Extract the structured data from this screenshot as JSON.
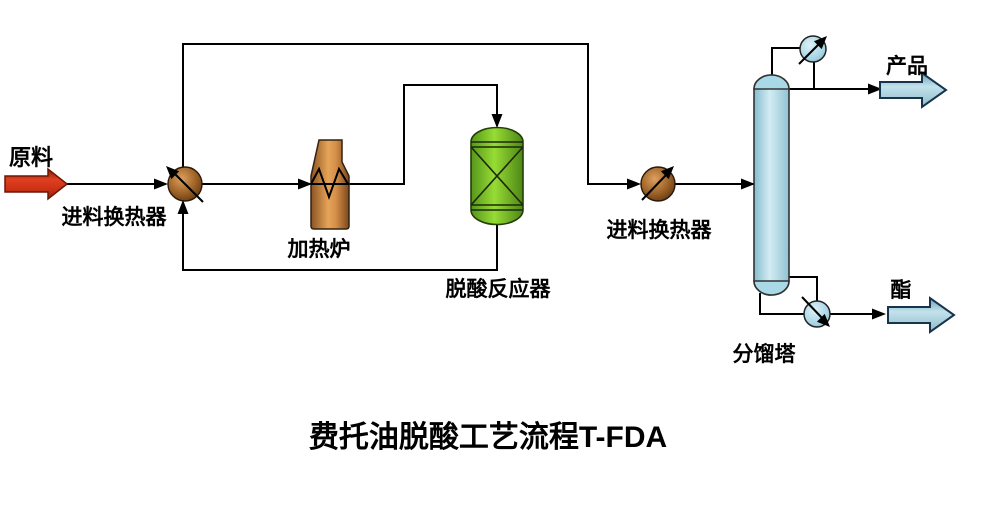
{
  "diagram": {
    "title": "费托油脱酸工艺流程T-FDA",
    "streams": {
      "feed": {
        "label": "原料",
        "arrow_color": "#D8401E"
      },
      "product": {
        "label": "产品",
        "arrow_color": "#A6CEDC"
      },
      "ester": {
        "label": "酯",
        "arrow_color": "#A6CEDC"
      }
    },
    "equipment": {
      "feed_exchanger_1": {
        "label": "进料换热器",
        "type": "heat-exchanger",
        "color": "#A8692F"
      },
      "furnace": {
        "label": "加热炉",
        "type": "furnace",
        "color": "#C98B44"
      },
      "reactor": {
        "label": "脱酸反应器",
        "type": "reactor",
        "color": "#7CC22B"
      },
      "feed_exchanger_2": {
        "label": "进料换热器",
        "type": "heat-exchanger",
        "color": "#A8692F"
      },
      "column": {
        "label": "分馏塔",
        "type": "fractionation-column",
        "color": "#B5DEEC"
      },
      "overhead_cooler": {
        "type": "cooler",
        "color": "#A8D4E4"
      },
      "bottoms_cooler": {
        "type": "cooler",
        "color": "#A8D4E4"
      }
    },
    "line_color": "#000000",
    "background": "#FFFFFF"
  }
}
